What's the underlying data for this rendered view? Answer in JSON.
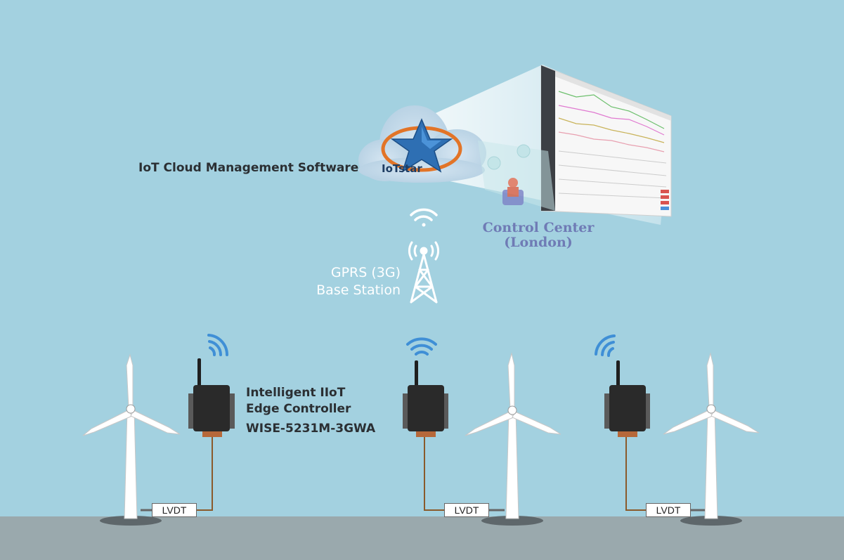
{
  "cloud": {
    "title": "IoT Cloud Management Software",
    "logo_text": "IoTstar"
  },
  "control_center": {
    "line1": "Control Center",
    "line2": "(London)"
  },
  "base_station": {
    "line1": "GPRS (3G)",
    "line2": "Base Station"
  },
  "edge_controller": {
    "line1": "Intelligent IIoT",
    "line2": "Edge Controller",
    "model": "WISE-5231M-3GWA"
  },
  "sites": [
    {
      "sensor": "LVDT"
    },
    {
      "sensor": "LVDT"
    },
    {
      "sensor": "LVDT"
    }
  ],
  "colors": {
    "sky": "#a3d1e0",
    "ground": "#9aa9ad",
    "wifi": "#3f8fd6",
    "text_dark": "#2b2f33",
    "control_center": "#6f7bb5"
  },
  "icons": [
    "wifi-icon",
    "tower-icon",
    "wind-turbine-icon",
    "controller-icon",
    "star-logo-icon",
    "operator-icon"
  ]
}
